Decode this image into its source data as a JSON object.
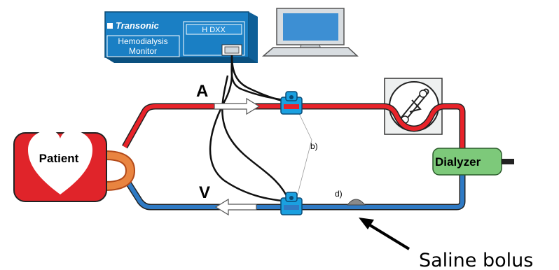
{
  "monitor": {
    "brand": "Transonic",
    "label_line1": "Hemodialysis",
    "label_line2": "Monitor",
    "model": "H DXX"
  },
  "labels": {
    "arterial": "A",
    "venous": "V",
    "patient": "Patient",
    "dialyzer": "Dialyzer",
    "sensor_marker": "b)",
    "injection_marker": "d)",
    "saline_bolus": "Saline bolus"
  },
  "colors": {
    "arterial_line": "#e8232a",
    "venous_line": "#2f7ac4",
    "monitor_body": "#1a7fc4",
    "patient_box": "#e0242a",
    "dialyzer_body": "#7dc97a",
    "sensor": "#1aa0e0"
  }
}
